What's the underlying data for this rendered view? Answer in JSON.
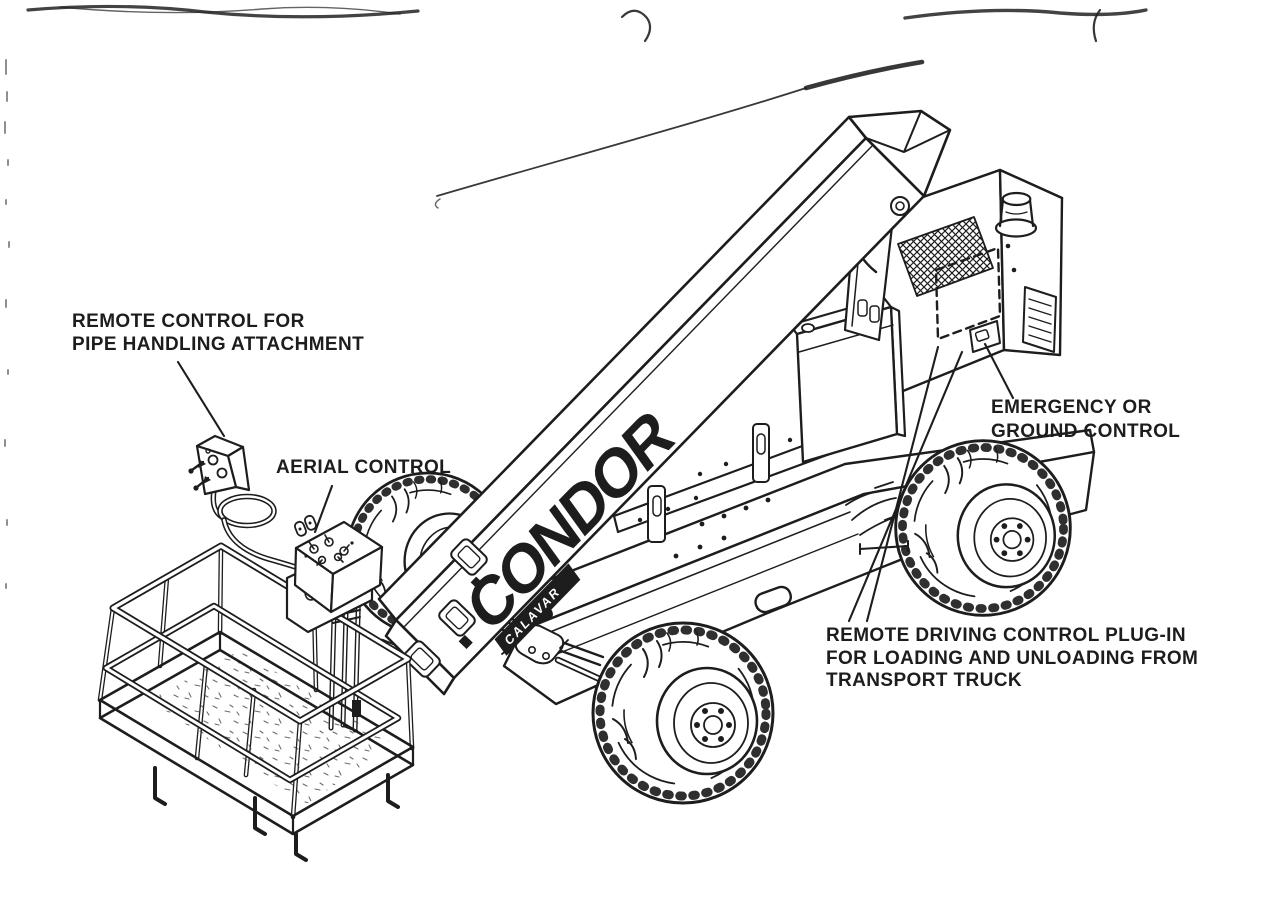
{
  "page": {
    "paper_color": "#ffffff",
    "ink_color": "#1d1d1d"
  },
  "illustration": {
    "boom_logo": {
      "text": "CONDOR",
      "sub_text": "CALAVAR"
    },
    "callouts": {
      "pipe_remote": {
        "lines": [
          "REMOTE CONTROL FOR",
          "PIPE HANDLING ATTACHMENT"
        ]
      },
      "aerial": {
        "lines": [
          "AERIAL CONTROL"
        ]
      },
      "ground": {
        "lines": [
          "EMERGENCY OR",
          "GROUND CONTROL"
        ]
      },
      "remote_driving": {
        "lines": [
          "REMOTE DRIVING CONTROL PLUG-IN",
          "FOR LOADING AND UNLOADING FROM",
          "TRANSPORT TRUCK"
        ]
      }
    }
  }
}
